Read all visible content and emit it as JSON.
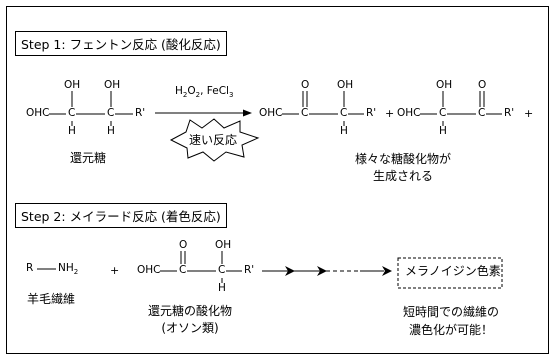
{
  "step1": {
    "title": "Step 1: フェントン反応 (酸化反応)",
    "reagents": "H2O2, FeCl3",
    "fast_label": "速い反応",
    "reducing_sugar_label": "還元糖",
    "products_label_line1": "様々な糖酸化物が",
    "products_label_line2": "生成される"
  },
  "step2": {
    "title": "Step 2: メイラード反応 (着色反応)",
    "amine_label": "羊毛繊維",
    "oxidized_label_line1": "還元糖の酸化物",
    "oxidized_label_line2": "(オソン類)",
    "product_box": "メラノイジン色素",
    "result_line1": "短時間での繊維の",
    "result_line2": "濃色化が可能！"
  },
  "chem": {
    "ohc": "OHC",
    "c": "C",
    "h": "H",
    "oh": "OH",
    "o": "O",
    "r_prime": "R'",
    "r": "R",
    "nh2": "NH2",
    "plus": "+"
  }
}
